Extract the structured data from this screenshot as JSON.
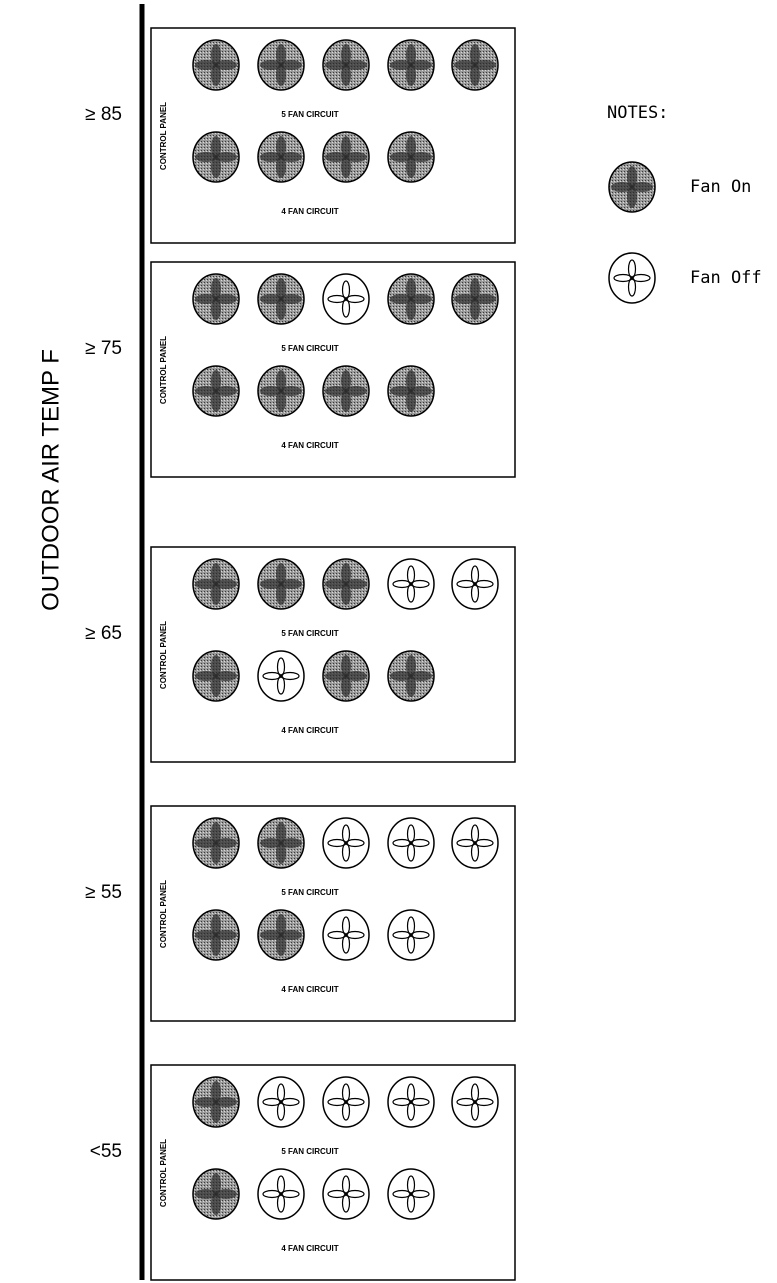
{
  "axis_title": "OUTDOOR AIR TEMP  F",
  "legend": {
    "heading": "NOTES:",
    "on_label": "Fan On",
    "off_label": "Fan Off"
  },
  "colors": {
    "fan_on": "#6f6f6f",
    "fan_off": "#ffffff",
    "line": "#000000"
  },
  "rows": [
    {
      "temp_label": "≥ 85",
      "panel_label": "CONTROL PANEL",
      "circuit5_label": "5 FAN CIRCUIT",
      "circuit4_label": "4 FAN CIRCUIT",
      "circuit5": [
        true,
        true,
        true,
        true,
        true
      ],
      "circuit4": [
        true,
        true,
        true,
        true
      ]
    },
    {
      "temp_label": "≥ 75",
      "panel_label": "CONTROL PANEL",
      "circuit5_label": "5 FAN CIRCUIT",
      "circuit4_label": "4 FAN CIRCUIT",
      "circuit5": [
        true,
        true,
        false,
        true,
        true
      ],
      "circuit4": [
        true,
        true,
        true,
        true
      ]
    },
    {
      "temp_label": "≥ 65",
      "panel_label": "CONTROL PANEL",
      "circuit5_label": "5 FAN CIRCUIT",
      "circuit4_label": "4 FAN CIRCUIT",
      "circuit5": [
        true,
        true,
        true,
        false,
        false
      ],
      "circuit4": [
        true,
        false,
        true,
        true
      ]
    },
    {
      "temp_label": "≥ 55",
      "panel_label": "CONTROL PANEL",
      "circuit5_label": "5 FAN CIRCUIT",
      "circuit4_label": "4 FAN CIRCUIT",
      "circuit5": [
        true,
        true,
        false,
        false,
        false
      ],
      "circuit4": [
        true,
        true,
        false,
        false
      ]
    },
    {
      "temp_label": "<55",
      "panel_label": "CONTROL PANEL",
      "circuit5_label": "5 FAN CIRCUIT",
      "circuit4_label": "4 FAN CIRCUIT",
      "circuit5": [
        true,
        false,
        false,
        false,
        false
      ],
      "circuit4": [
        true,
        false,
        false,
        false
      ]
    }
  ]
}
